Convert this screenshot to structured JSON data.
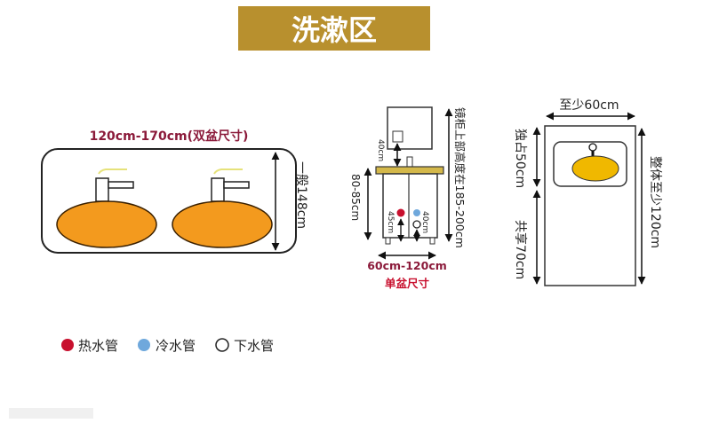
{
  "title": "洗漱区",
  "colors": {
    "gold": "#b8902e",
    "maroon": "#8b1a3a",
    "orange": "#f39a1e",
    "yellow": "#f0b800",
    "hot": "#c8102e",
    "cold": "#6fa8dc"
  },
  "double_basin": {
    "width_label": "120cm-170cm(双盆尺寸)",
    "depth_label": "一般148cm"
  },
  "single_basin": {
    "mirror_gap": "40cm",
    "counter_height": "80-85cm",
    "mirror_top": "镜柜上部高度在185-200cm",
    "hot_pipe_height": "45cm",
    "drain_height": "40cm",
    "width_label": "60cm-120cm",
    "caption": "单盆尺寸"
  },
  "layout_plan": {
    "width_label": "至少60cm",
    "private_label": "独占50cm",
    "shared_label": "共享70cm",
    "total_label": "整体至少120cm"
  },
  "legend": [
    {
      "icon": "red-dot",
      "label": "热水管"
    },
    {
      "icon": "blue-dot",
      "label": "冷水管"
    },
    {
      "icon": "hollow-circle",
      "label": "下水管"
    }
  ]
}
